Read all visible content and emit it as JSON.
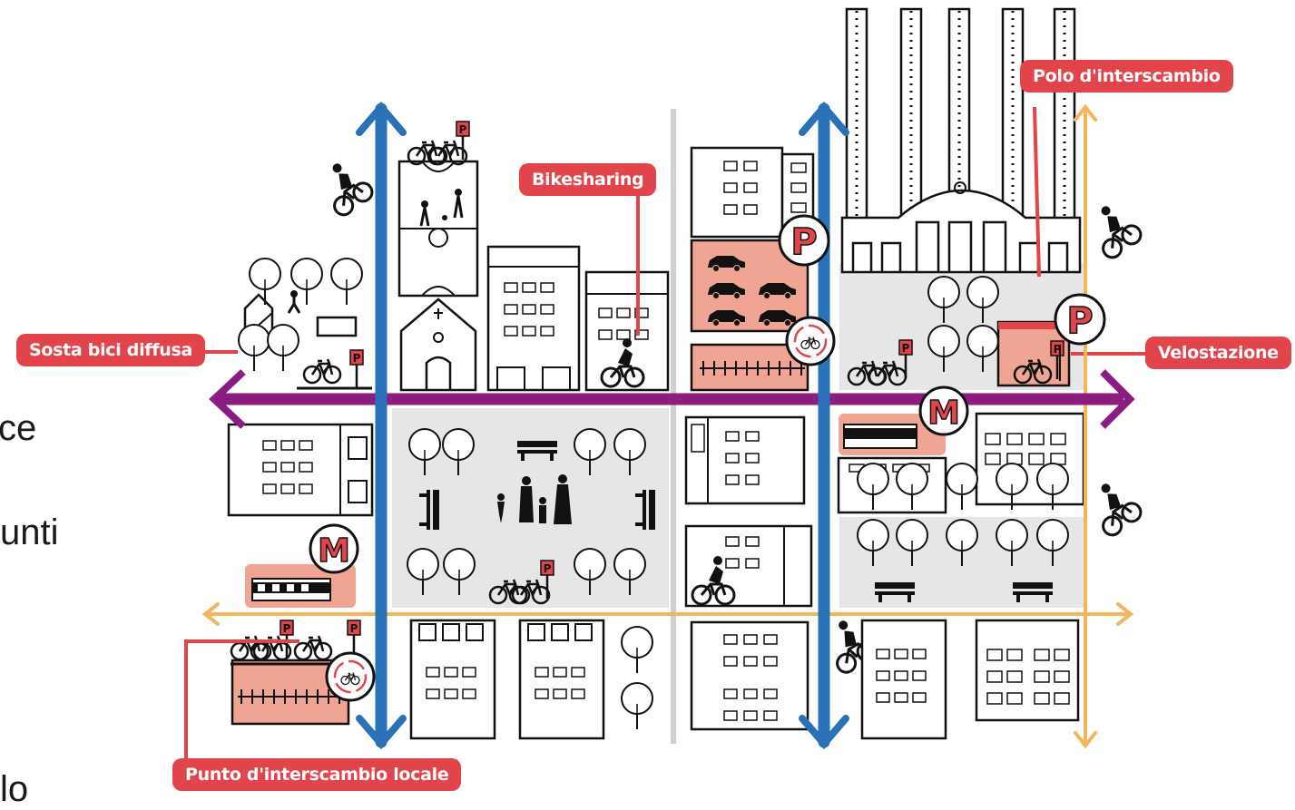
{
  "labels": {
    "sosta_bici": "Sosta bici diffusa",
    "bikesharing": "Bikesharing",
    "polo": "Polo d'interscambio",
    "velostazione": "Velostazione",
    "punto_locale": "Punto d'interscambio locale"
  },
  "badges": {
    "parking": "P",
    "metro": "M",
    "small_parking": "P"
  },
  "cut_text": {
    "line1": "ce",
    "line2": "unti",
    "line3": "lo"
  },
  "colors": {
    "red": "#e2444b",
    "blue": "#2a72b8",
    "purple": "#8b1c80",
    "orange": "#f4b65a",
    "block_gray": "#e6e6e6",
    "salmon": "#f0a493",
    "ink": "#111111"
  },
  "icons": [
    "bicycle-icon",
    "parking-icon",
    "metro-icon",
    "bikesharing-icon",
    "tram-icon",
    "tree-icon",
    "bench-icon",
    "car-icon",
    "people-icon",
    "church-icon",
    "station-icon",
    "cyclist-icon"
  ]
}
